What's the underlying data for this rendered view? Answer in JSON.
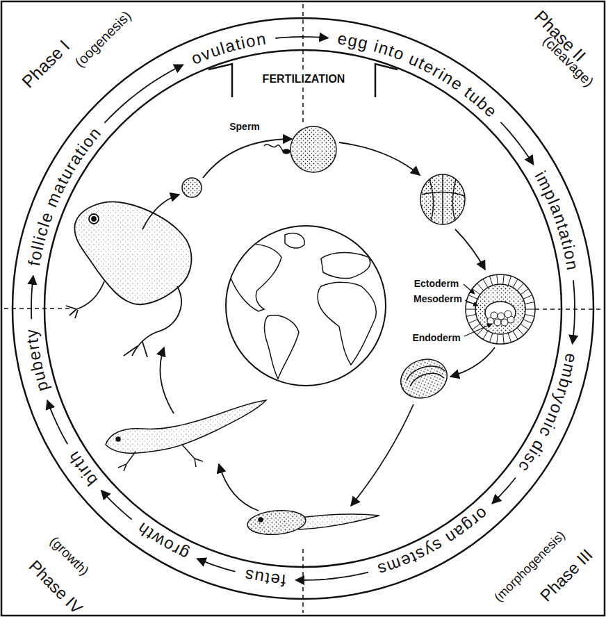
{
  "diagram": {
    "labels": [
      "Phase I",
      "(oogenesis)",
      "ovulation",
      "egg into uterine tube",
      "Phase II",
      "(cleavage)",
      "FERTILIZATION",
      "Sperm",
      "implantation",
      "Ectoderm",
      "Mesoderm",
      "Endoderm",
      "embryonic disc",
      "organ systems",
      "(morphogenesis)",
      "Phase III",
      "fetus",
      "growth",
      "(growth)",
      "Phase IV",
      "birth",
      "puberty",
      "follicle maturation"
    ]
  }
}
